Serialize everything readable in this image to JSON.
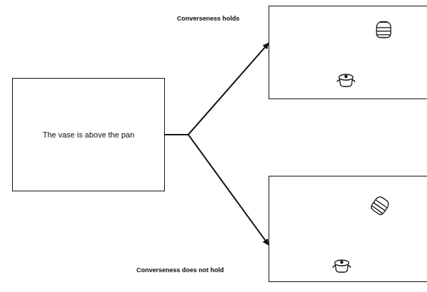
{
  "diagram": {
    "nodes": [
      {
        "text": [
          "The vase is above the pan"
        ]
      },
      {
        "text": []
      },
      {
        "text": []
      }
    ],
    "edges": [
      {
        "from": 0,
        "to": 1,
        "arrow": "to",
        "label": "Converseness holds"
      },
      {
        "from": 0,
        "to": 2,
        "arrow": "to",
        "label": "Converseness does not hold"
      }
    ]
  }
}
